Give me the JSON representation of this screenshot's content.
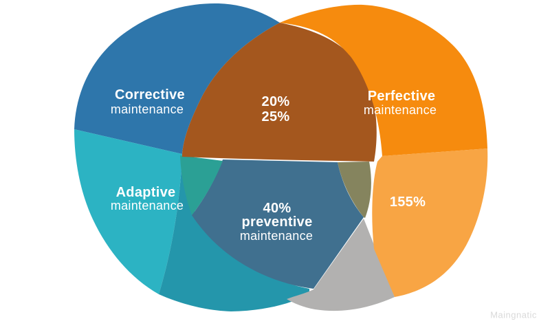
{
  "diagram": {
    "type": "venn-infographic",
    "background": "#ffffff",
    "text_color": "#ffffff",
    "regions": {
      "corrective": {
        "label": "Corrective",
        "sublabel": "maintenance",
        "color": "#2e76ab"
      },
      "corrective_perfective_overlap": {
        "value1": "20%",
        "value2": "25%",
        "color": "#a4571e"
      },
      "perfective": {
        "label": "Perfective",
        "sublabel": "maintenance",
        "color": "#f68b0e"
      },
      "perfective_lower": {
        "value": "155%",
        "color": "#f8a544"
      },
      "adaptive": {
        "label": "Adaptive",
        "sublabel": "maintenance",
        "color": "#2cb3c3"
      },
      "adaptive_lower": {
        "color": "#2496ab"
      },
      "adaptive_preventive_overlap": {
        "color": "#2ba095"
      },
      "preventive": {
        "value": "40%",
        "label": "preventive",
        "sublabel": "maintenance",
        "color": "#40708f"
      },
      "preventive_perfective_overlap": {
        "color": "#85845e"
      },
      "bottom_gray": {
        "color": "#b2b1b0"
      }
    },
    "watermark": {
      "text": "Maingnatic",
      "color": "#d9d9d9"
    }
  }
}
